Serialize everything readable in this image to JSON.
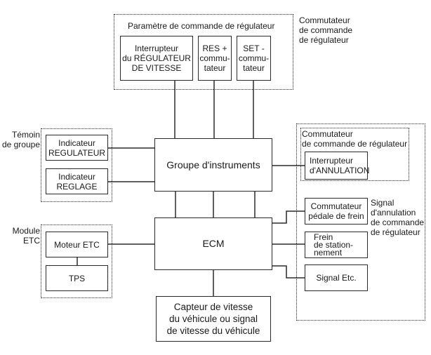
{
  "diagram": {
    "groups": {
      "regulator_params": {
        "title": "Paramètre de commande de régulateur"
      },
      "regulator_switch_outer_label": "Commutateur\nde commande\nde régulateur",
      "group_indicator": {
        "label": "Témoin\nde groupe"
      },
      "etc_module": {
        "label": "Module\nETC"
      },
      "cancel_switch_group": {
        "title": "Commutateur\nde commande de régulateur"
      },
      "cancel_signal_label": "Signal\nd'annulation\nde commande\nde régulateur"
    },
    "nodes": {
      "cruise_switch": "Interrupteur\ndu RÉGULATEUR\nDE VITESSE",
      "res_switch": "RES +\ncommu-\ntateur",
      "set_switch": "SET -\ncommu-\ntateur",
      "indicator_regulator": "Indicateur\nREGULATEUR",
      "indicator_setting": "Indicateur\nREGLAGE",
      "instrument_cluster": "Groupe d'instruments",
      "cancel_switch": "Interrupteur\nd'ANNULATION",
      "ecm": "ECM",
      "etc_motor": "Moteur ETC",
      "tps": "TPS",
      "brake_pedal_switch": "Commutateur\npédale de frein",
      "parking_brake": "Frein\nde station-\nnement",
      "signal_etc": "Signal Etc.",
      "speed_sensor": "Capteur de vitesse\ndu véhicule ou signal\nde vitesse du véhicule"
    },
    "edges": [
      [
        "cruise_switch",
        "instrument_cluster"
      ],
      [
        "res_switch",
        "instrument_cluster"
      ],
      [
        "set_switch",
        "instrument_cluster"
      ],
      [
        "indicator_regulator",
        "instrument_cluster"
      ],
      [
        "indicator_setting",
        "instrument_cluster"
      ],
      [
        "instrument_cluster",
        "cancel_switch"
      ],
      [
        "instrument_cluster",
        "ecm"
      ],
      [
        "instrument_cluster",
        "ecm"
      ],
      [
        "instrument_cluster",
        "ecm"
      ],
      [
        "etc_motor",
        "ecm"
      ],
      [
        "etc_motor",
        "tps"
      ],
      [
        "ecm",
        "brake_pedal_switch"
      ],
      [
        "ecm",
        "parking_brake"
      ],
      [
        "ecm",
        "signal_etc"
      ],
      [
        "ecm",
        "speed_sensor"
      ]
    ]
  }
}
